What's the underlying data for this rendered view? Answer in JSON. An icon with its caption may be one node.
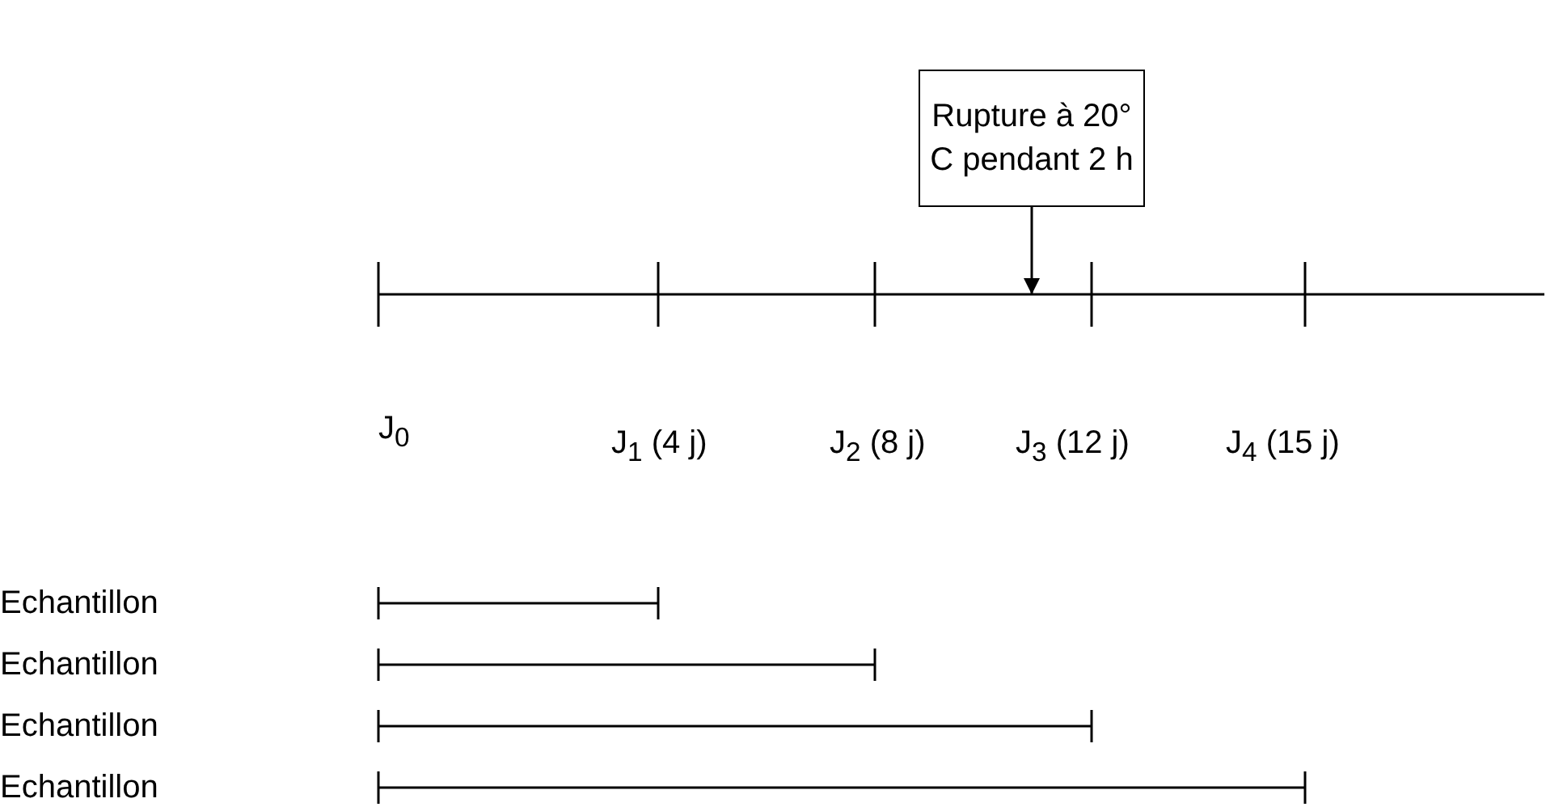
{
  "diagram": {
    "nodes": [
      {
        "text": [
          "Rupture à 20° C pendant 2 h"
        ]
      },
      {
        "text": [],
        "shape": "bar"
      }
    ],
    "edges": [
      {
        "from": 0,
        "to": 1,
        "arrow": "to"
      }
    ],
    "labels": [
      "J$_{0}$",
      "J$_{1}$ (4 j)",
      "J$_{2}$ (8 j)",
      "J$_{3}$ (12 j)",
      "J$_{4}$ (15 j)",
      "Echantillon",
      "Echantillon",
      "Echantillon",
      "Echantillon"
    ]
  }
}
